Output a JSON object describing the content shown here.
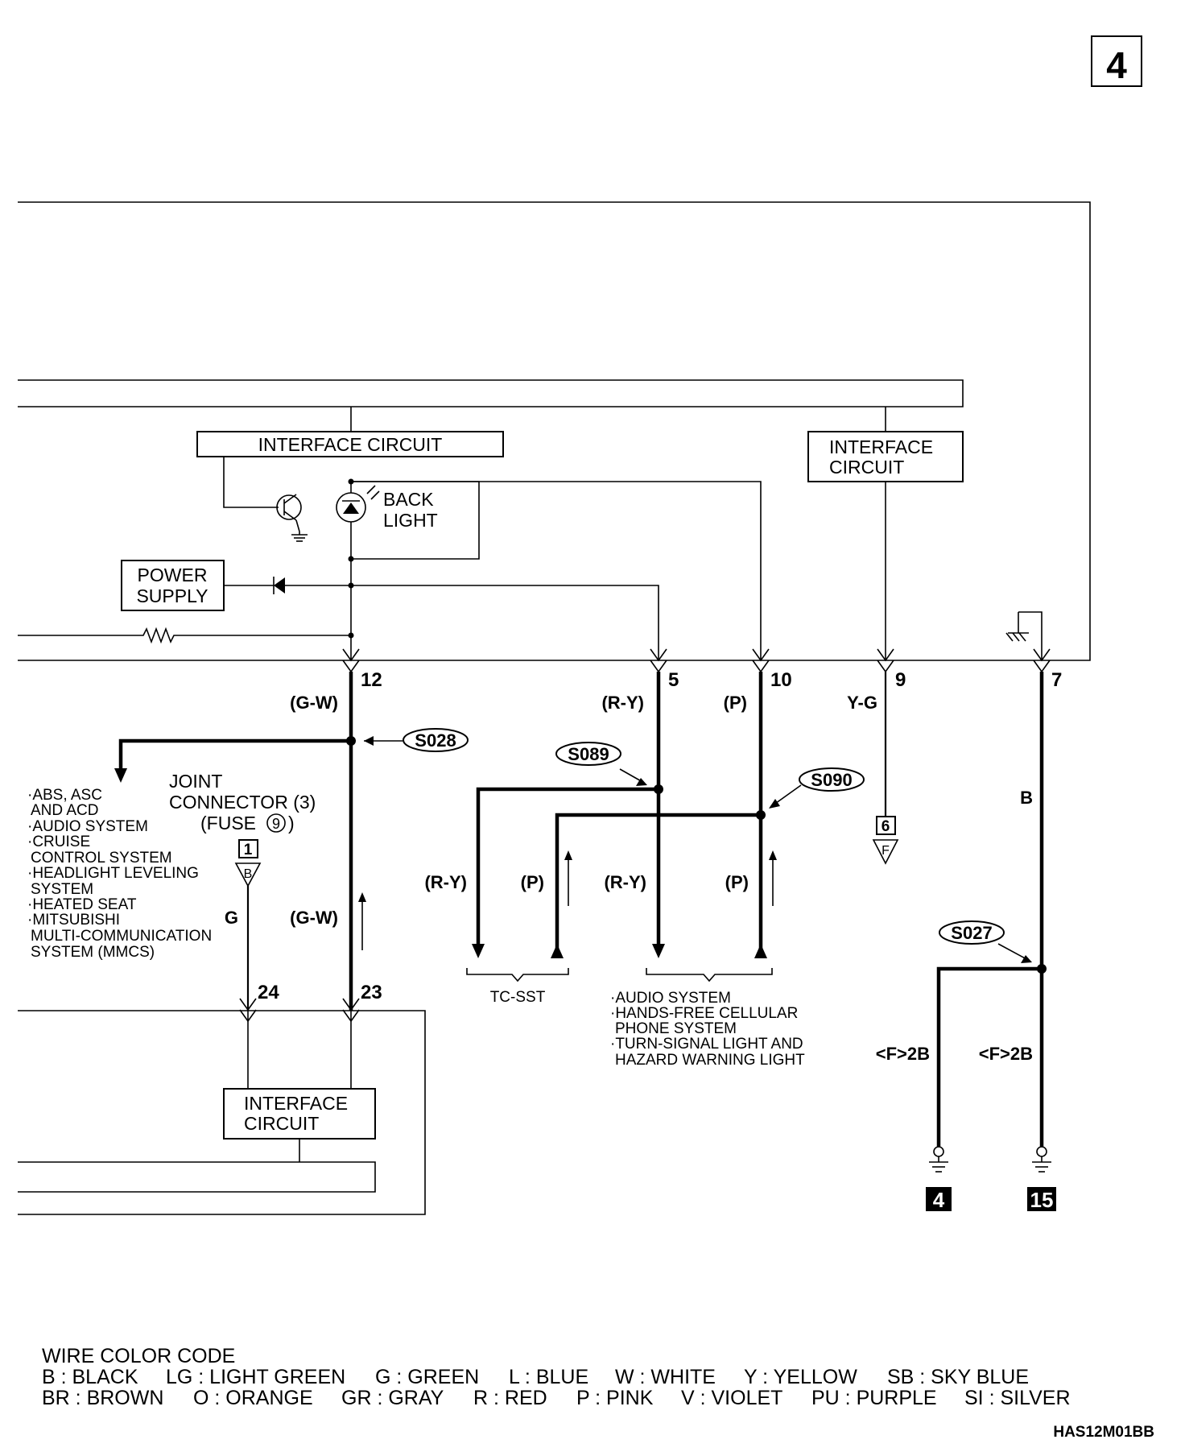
{
  "page_number": "4",
  "interface_circuit_top": "INTERFACE CIRCUIT",
  "interface_circuit_right": [
    "INTERFACE",
    "CIRCUIT"
  ],
  "interface_circuit_bottom": [
    "INTERFACE",
    "CIRCUIT"
  ],
  "back_light": [
    "BACK",
    "LIGHT"
  ],
  "power_supply": [
    "POWER",
    "SUPPLY"
  ],
  "pins": {
    "p12": "12",
    "p5": "5",
    "p10": "10",
    "p9": "9",
    "p7": "7",
    "p24": "24",
    "p23": "23"
  },
  "wire_colors": {
    "gw_top": "(G-W)",
    "ry_top": "(R-Y)",
    "p_top": "(P)",
    "yg": "Y-G",
    "b": "B",
    "ry_l": "(R-Y)",
    "p_l": "(P)",
    "ry_r": "(R-Y)",
    "p_r": "(P)",
    "g": "G",
    "gw_bot": "(G-W)",
    "f2b_l": "<F>2B",
    "f2b_r": "<F>2B"
  },
  "splices": {
    "s028": "S028",
    "s089": "S089",
    "s090": "S090",
    "s027": "S027"
  },
  "joint_connector": [
    "JOINT",
    "CONNECTOR (3)",
    "(FUSE"
  ],
  "fuse_number": "9",
  "connector_1": "1",
  "connector_1_letter": "B",
  "connector_6": "6",
  "connector_6_letter": "F",
  "left_systems": [
    "·ABS, ASC",
    "AND ACD",
    "·AUDIO SYSTEM",
    "·CRUISE",
    "CONTROL SYSTEM",
    "·HEADLIGHT LEVELING",
    "SYSTEM",
    "·HEATED SEAT",
    "·MITSUBISHI",
    "MULTI-COMMUNICATION",
    "SYSTEM (MMCS)"
  ],
  "tc_sst": "TC-SST",
  "right_systems": [
    "·AUDIO SYSTEM",
    "·HANDS-FREE CELLULAR",
    "PHONE SYSTEM",
    "·TURN-SIGNAL LIGHT AND",
    "HAZARD WARNING LIGHT"
  ],
  "grounds": {
    "g4": "4",
    "g15": "15"
  },
  "legend": {
    "title": "WIRE COLOR CODE",
    "row1": [
      "B : BLACK",
      "LG : LIGHT GREEN",
      "G : GREEN",
      "L : BLUE",
      "W : WHITE",
      "Y : YELLOW",
      "SB : SKY BLUE"
    ],
    "row2": [
      "BR : BROWN",
      "O : ORANGE",
      "GR : GRAY",
      "R : RED",
      "P : PINK",
      "V : VIOLET",
      "PU : PURPLE",
      "SI : SILVER"
    ]
  },
  "doc_code": "HAS12M01BB"
}
